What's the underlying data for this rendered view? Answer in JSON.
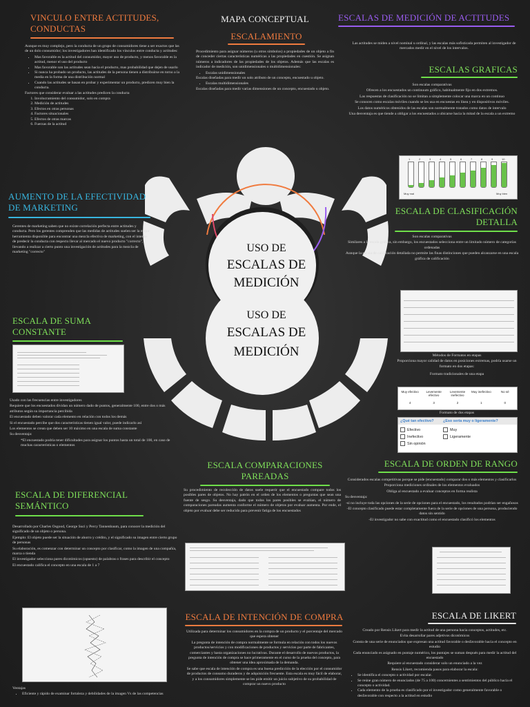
{
  "center": {
    "map_title": "MAPA CONCEPTUAL",
    "uso_top": "USO DE",
    "escalas_top": "ESCALAS DE",
    "medicion_top": "MEDICIÓN",
    "uso_bottom": "USO DE",
    "escalas_bottom": "ESCALAS DE",
    "medicion_bottom": "MEDICIÓN"
  },
  "vinculo": {
    "title": "VINCULO ENTRE ACTITUDES, CONDUCTAS",
    "intro": "Aunque es muy complejo, pero la conducta de un grupo de consumidores tiene a ser exactos que las de un dolo consumidor; los investigadores han identificado los vínculos entre conducta y actitudes:",
    "bullets": [
      "Mas favorable es la actitud del consumidor, mayor uso de producto, y menos favorable es la actitud, menor el uso del producto",
      "Mas favorable son las actitudes sean hacia el producto, mas probabilidad que dejen de usarlo",
      "Si nunca ha probado un producto, las actitudes de la persona tienen a distribuirse en torno a la media en la forma de una distribución normal",
      "Cuando las actitudes se basan en probar y experimentar un producto, predicen muy bien la conducta."
    ],
    "factors_intro": "Factores que considerar evaluar a las actitudes predicen la conducta",
    "factors": [
      "Involucramiento del consumidor, solo en compra",
      "Medición de actitudes",
      "Efectos en otras personas",
      "Factores situacionales",
      "Efectos de otras marcas",
      "Fuerzas de la actitud"
    ]
  },
  "escalamiento": {
    "title": "ESCALAMIENTO",
    "text": "Procedimiento para asignar números (u otros símbolos) a propiedades de un objeto a fin de conceder ciertas características numéricas a las propiedades en cuestión. Se asignan números a indicadores de las propiedades de los objetos. Además que las escalas es indicador de medición, son unidimensionales o multidimensionales:",
    "uni_label": "Escalas unidimensionales",
    "uni_text": "Escalas diseñadas para medir un solo atributo de un concepto, encuestado u objeto.",
    "multi_label": "Escalas multidimensionales",
    "multi_text": "Escalas diseñadas para medir varias dimensiones de un concepto, encuestado u objeto."
  },
  "escalas_medicion": {
    "title": "ESCALAS DE MEDICIÓN DE ACTITUDES",
    "text": "Las actitudes se miden a nivel nominal u ordinal, y las escalas más sofisticada permiten al investigador de mercados medir en el nivel de los intervalos."
  },
  "graficas": {
    "title": "ESCALAS GRAFICAS",
    "lines": [
      "Son escalas comparativas",
      "Ofrecen a los encuestados un continuum gráfico, habitualmente fijo en dos extremos.",
      "Las respuestas de clasificación no se limitan a simplemente colocar una marca en un continuo",
      "Se conocen como escalas móviles cuando se les usa en encuestas en línea y en dispositivos móviles.",
      "Los datos numéricos obtenidos de las escalas son normalmente tratados como datos de intervalo",
      "Una desventaja es que tiende a obligar a los encuestados a ubicarse hacia la mitad de la escala a un extremo"
    ],
    "tube_numbers": [
      "1",
      "2",
      "3",
      "4",
      "5",
      "6",
      "7",
      "8",
      "9",
      "10"
    ],
    "tube_fill": [
      0.08,
      0.18,
      0.28,
      0.38,
      0.48,
      0.58,
      0.68,
      0.78,
      0.88,
      0.98
    ],
    "label_left": "Muy mal",
    "label_right": "Muy bien"
  },
  "efectividad": {
    "title": "AUMENTO DE LA EFECTIVIDAD DE MARKETING",
    "text": "Gerentes de marketing saben que no existe correlación perfecta entre actitudes y conducta. Pero los gerentes comprenden que las medidas de actitudes suelen ser la mejor herramienta disponible para encontrar una mezcla efectiva de marketing, con el intento de predecir la conducta con respecto llevar al mercado el nuevo producto \"correcto\", llevando a realizar a cierto punto una investigación de actitudes para la mezcla de marketing \"correcto\""
  },
  "clasificacion": {
    "title": "ESCALA DE CLASIFICACIÓN DETALLA",
    "lines": [
      "Son escalas comparativas",
      "Similares a la escala gráfica, sin embargo, los encuestados selecciona entre un limitado número de categorías ordenadas",
      "Aunque la escala de calificación detallada no permite las finas distinciones que pueden alcanzarse en una escala gráfica de calificación"
    ],
    "methods_title": "Métodos de Formatos en etapas",
    "methods_text": "Proporciona mayor calidad de datos en posiciones extremas, podría usarse un formato en dos etapas:",
    "format_std": "Formato tradicionales de una etapa",
    "format_two": "Formato de dos etapas",
    "one_stage_options": [
      "Muy efectivo",
      "Levemente efectivo",
      "Levemente inefectivo",
      "Muy inefectivo",
      "No sé"
    ],
    "one_stage_values": [
      "4",
      "3",
      "2",
      "1",
      "0"
    ],
    "q1": "¿Qué tan efectivo?",
    "q2": "¿Eso sería muy o ligeramente?",
    "q1_options": [
      "Efectivo",
      "Inefectivo",
      "Sin opinión"
    ],
    "q2_options": [
      "Muy",
      "Ligeramente"
    ]
  },
  "suma": {
    "title": "ESCALA DE SUMA CONSTANTE",
    "lines": [
      "Usado con las frecuencias entre investigadores",
      "Requiere que los encuestados dividan un número dado de puntos, generalmente 100, entre dos o más atributos según su importancia percibida",
      "El encuestado deben valorar cada elemento en relación con todos los demás",
      "Si el encuestado percibe que dos características tienen igual valor, puede indicarlo así",
      "Los elementos se crean que deben ser 10 máximo en una escala de suma constante",
      "Su desventaja:",
      "*El encuestado podría tener dificultades para asignar los puntos hasta un total de 100, en caso de muchas características o elementos"
    ]
  },
  "pareadas": {
    "title": "ESCALA COMPARACIONES PAREADAS",
    "text": "Su procedimiento de recolección de datos suele requerir que el encuestado compare todos los posibles pares de objetos. No hay patrón en el orden de los elementos o preguntas que sean una fuente de sesgo. Su desventaja, dado que todos los pares posibles se evalúan, el número de comparaciones pareadas aumenta conforme el número de objetos por evaluar aumenta. Por ende, el objeto por evaluar debe ser reducido para prevenir fatiga de los encuestados"
  },
  "orden": {
    "title": "ESCALA DE ORDEN DE RANGO",
    "lines": [
      "Considerados escalas competitivas porque se pide (encuestado) comparar dos o más elementos y clasificarlos",
      "Proporciona mediciones ordinales de los elementos evaluados",
      "Obliga al encuestado a evaluar conceptos en forma realista",
      "Su desventaja:",
      "-si no incluye toda las opciones de la serie de opciones para el encuestado, los resultados podrían ser engañosos",
      "-El concepto clasificado puede estar completamente fuera de la serie de opciones de una persona, produciendo datos sin sentido",
      "-El investigador no sabe con exactitud como el encuestado clasificó los elementos"
    ]
  },
  "diferencial": {
    "title": "ESCALA DE DIFERENCIAL SEMÁNTICO",
    "lines": [
      "Desarrollado por Charles Osgood, George Suci y Percy Tannenbaum, para conocer la medición del significado de un objeto o persona.",
      "Ejemplo: El objeto puede ser la situación de ahorro y crédito, y el significado su imagen entre cierto grupo de personas",
      "Su elaboración, es comenzar con determinar un concepto por clasificar, como la imagen de una compañía, marca o tienda",
      "El investigador selecciona pares dicotómicos (opuesto) de palabras o frases para describir el concepto",
      "El encuestado califica el concepto en una escala de 1 a 7"
    ],
    "ventajas": "Ventajas",
    "ventajas_item": "Eficiente y rápido de examinar fortaleza y debilidades de la imagen Vs de las competencias"
  },
  "intencion": {
    "title": "ESCALA DE INTENCIÓN DE COMPRA",
    "paragraphs": [
      "Utilizada para determinar los consumidores en la compra de un producto y el porcentaje del mercado que espera obtener",
      "La pregunta de intención de compra normalmente se formula en relación con todos los nuevos productos/servicios y con modificaciones de productos y servicios por parte de fabricantes, comerciantes y hasta organizaciones no lucrativas. Durante el desarrollo de nuevos productos, la pregunta de intención de compra se hace primeramente en el curso de la prueba del concepto, para obtener una idea aproximada de la demanda.",
      "Se sabe que escala de intención de compra es una buena predicción de la elección por el consumidor de productos de consumo duraderos y de adquisición frecuente. Esta escala es muy fácil de elaborar, y a los consumidores simplemente se les pide emitir un juicio subjetivo de su probabilidad de comprar un nuevo producto"
    ]
  },
  "likert": {
    "title": "ESCALA DE LIKERT",
    "lines": [
      "Creado por Rensis Likert para medir la actitud de una persona hacia conceptos, actitudes, etc.",
      "Evita desarrollar pares adjetivos dicotómicos",
      "Consta de una serie de enunciados que expresan una actitud favorable o desfavorable hacia el concepto en estudio",
      "Cada enunciado es asignado en puntaje numérico, los puntajes se suman después para medir la actitud del encuestado",
      "Requiere al encuestado considerar solo un enunciado a la vez",
      "Rensis Likert, recomienda pasos para elaborar la escala:"
    ],
    "bullets": [
      "Se identifica el concepto o actividad por escalar.",
      "Se reúne gran número de enunciados (de 75 a 100) concernientes a sentimientos del público hacia el concepto o actividad.",
      "Cada elemento de la prueba es clasificado por el investigador como generalmente favorable o desfavorable con respecto a la actitud en estudio"
    ]
  },
  "colors": {
    "orange": "#f07b3f",
    "purple": "#9a5cf0",
    "green": "#6fe04a",
    "cyan": "#38b6e0",
    "white": "#f2f2f2",
    "background": "#262626"
  }
}
